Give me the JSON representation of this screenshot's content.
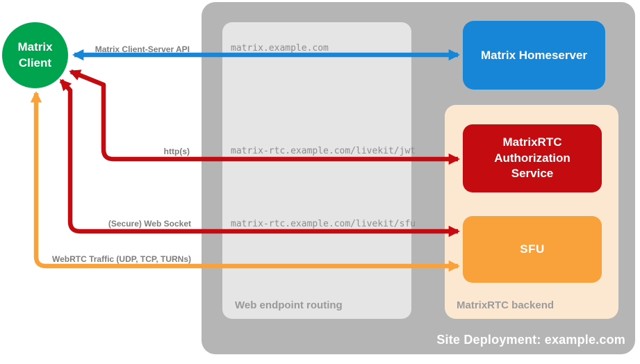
{
  "colors": {
    "client_green": "#00a44f",
    "homeserver_blue": "#1886d7",
    "auth_red": "#c40b10",
    "sfu_orange": "#f9a23c",
    "backend_bg": "#fce8d0",
    "site_container_bg": "#b5b5b6",
    "routing_box_bg": "#e5e5e6",
    "label_gray": "#7d7d7d",
    "node_text": "#ffffff"
  },
  "containers": {
    "site": {
      "label": "Site Deployment: example.com"
    },
    "routing": {
      "label": "Web endpoint routing"
    },
    "backend": {
      "label": "MatrixRTC backend"
    }
  },
  "nodes": {
    "client": {
      "label": "Matrix Client"
    },
    "homeserver": {
      "label": "Matrix Homeserver"
    },
    "auth_service": {
      "label": "MatrixRTC Authorization Service"
    },
    "sfu": {
      "label": "SFU"
    }
  },
  "endpoints": [
    "matrix.example.com",
    "matrix-rtc.example.com/livekit/jwt",
    "matrix-rtc.example.com/livekit/sfu"
  ],
  "arrows": [
    {
      "label": "Matrix Client-Server API",
      "color": "#1886d7",
      "from": "Matrix Client",
      "to": "Matrix Homeserver",
      "endpoint": "matrix.example.com"
    },
    {
      "label": "http(s)",
      "color": "#c40b10",
      "from": "Matrix Client",
      "to": "MatrixRTC Authorization Service",
      "endpoint": "matrix-rtc.example.com/livekit/jwt"
    },
    {
      "label": "(Secure) Web Socket",
      "color": "#c40b10",
      "from": "Matrix Client",
      "to": "SFU",
      "endpoint": "matrix-rtc.example.com/livekit/sfu"
    },
    {
      "label": "WebRTC Traffic (UDP, TCP, TURNs)",
      "color": "#f9a23c",
      "from": "Matrix Client",
      "to": "SFU",
      "endpoint": ""
    }
  ]
}
